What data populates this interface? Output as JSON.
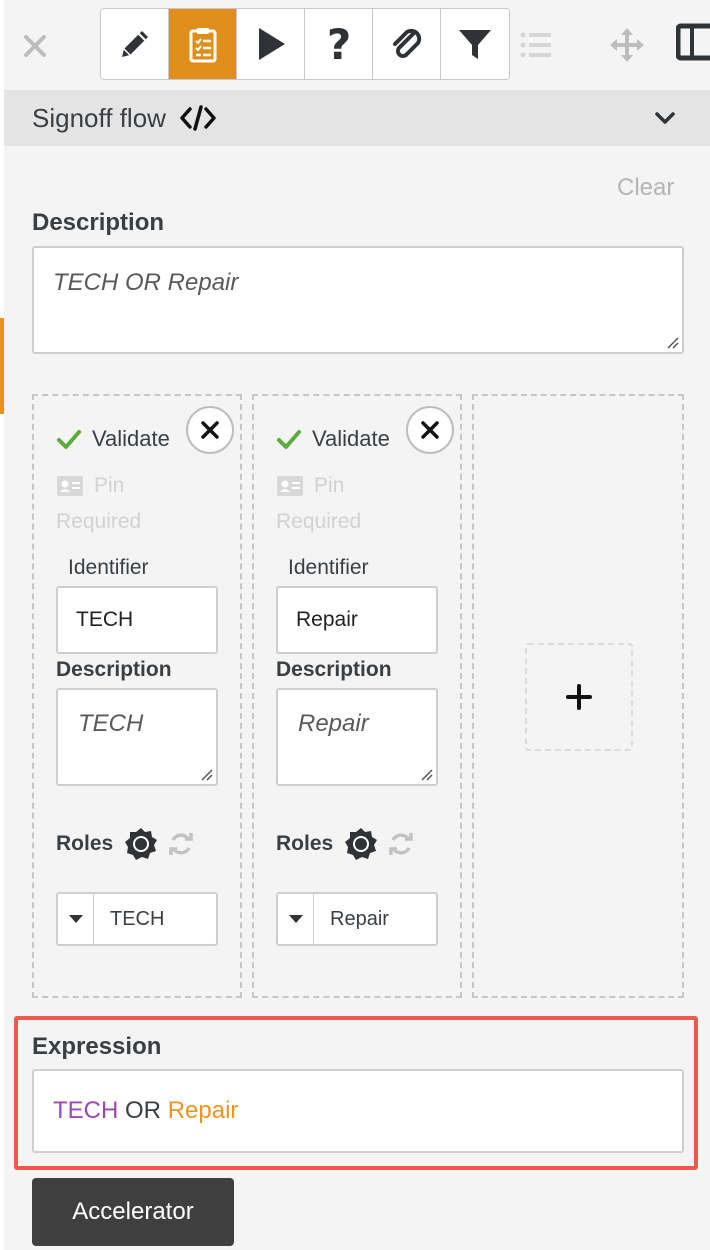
{
  "toolbar": {
    "tools": [
      {
        "name": "edit",
        "icon": "pencil-icon",
        "active": false
      },
      {
        "name": "signoff",
        "icon": "clipboard-checklist-icon",
        "active": true
      },
      {
        "name": "run",
        "icon": "play-icon",
        "active": false
      },
      {
        "name": "help",
        "icon": "question-icon",
        "active": false
      },
      {
        "name": "attach",
        "icon": "paperclip-icon",
        "active": false
      },
      {
        "name": "filter",
        "icon": "funnel-icon",
        "active": false
      }
    ],
    "active_color": "#e08e1b"
  },
  "section": {
    "title": "Signoff flow"
  },
  "clear_label": "Clear",
  "description": {
    "label": "Description",
    "value": "TECH OR Repair"
  },
  "signoffs": [
    {
      "validate_label": "Validate",
      "pin_label": "Pin",
      "required_label": "Required",
      "identifier_label": "Identifier",
      "identifier": "TECH",
      "description_label": "Description",
      "description": "TECH",
      "roles_label": "Roles",
      "role": "TECH"
    },
    {
      "validate_label": "Validate",
      "pin_label": "Pin",
      "required_label": "Required",
      "identifier_label": "Identifier",
      "identifier": "Repair",
      "description_label": "Description",
      "description": "Repair",
      "roles_label": "Roles",
      "role": "Repair"
    }
  ],
  "expression": {
    "label": "Expression",
    "token_a": "TECH",
    "operator": "OR",
    "token_b": "Repair",
    "color_a": "#9a49b5",
    "color_b": "#ea9526",
    "highlight_color": "#ee5a4c"
  },
  "accelerator_label": "Accelerator"
}
